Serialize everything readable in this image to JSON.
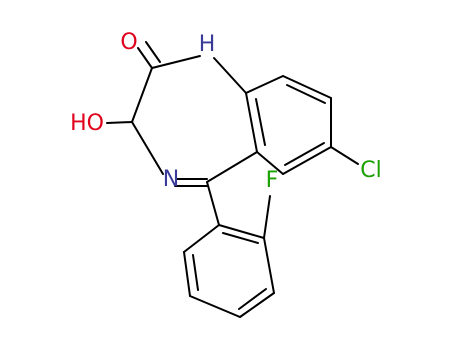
{
  "molecule": {
    "atoms": [
      {
        "id": "O",
        "label": "O",
        "color": "#e0001b"
      },
      {
        "id": "H1",
        "label": "H",
        "color": "#3a3a99"
      },
      {
        "id": "HO",
        "label": "HO",
        "color": "#e0001b"
      },
      {
        "id": "N",
        "label": "N",
        "color": "#3a3a99"
      },
      {
        "id": "Cl",
        "label": "Cl",
        "color": "#1aa100"
      },
      {
        "id": "F",
        "label": "F",
        "color": "#1aa100"
      }
    ]
  }
}
